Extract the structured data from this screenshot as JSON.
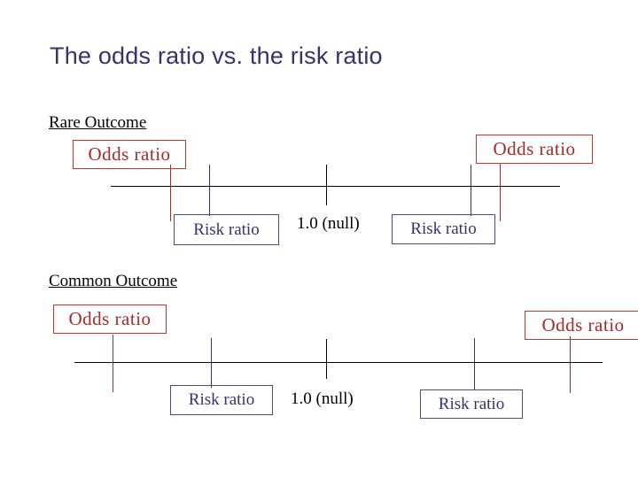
{
  "slide": {
    "title": "The odds ratio vs. the risk ratio",
    "background_color": "#ffffff",
    "title_color": "#33336e"
  },
  "colors": {
    "odds_red": "#a62b2b",
    "odds_box_border": "#c0392b",
    "risk_navy": "#33336e",
    "risk_box_border": "#4a4a85",
    "axis_black": "#000000"
  },
  "sections": [
    {
      "heading": "Rare Outcome",
      "null_label": "1.0 (null)",
      "labels": {
        "odds_left": "Odds  ratio",
        "odds_right": "Odds  ratio",
        "risk_left": "Risk ratio",
        "risk_right": "Risk ratio"
      }
    },
    {
      "heading": "Common Outcome",
      "null_label": "1.0 (null)",
      "labels": {
        "odds_left": "Odds  ratio",
        "odds_right": "Odds  ratio",
        "risk_left": "Risk ratio",
        "risk_right": "Risk ratio"
      }
    }
  ]
}
